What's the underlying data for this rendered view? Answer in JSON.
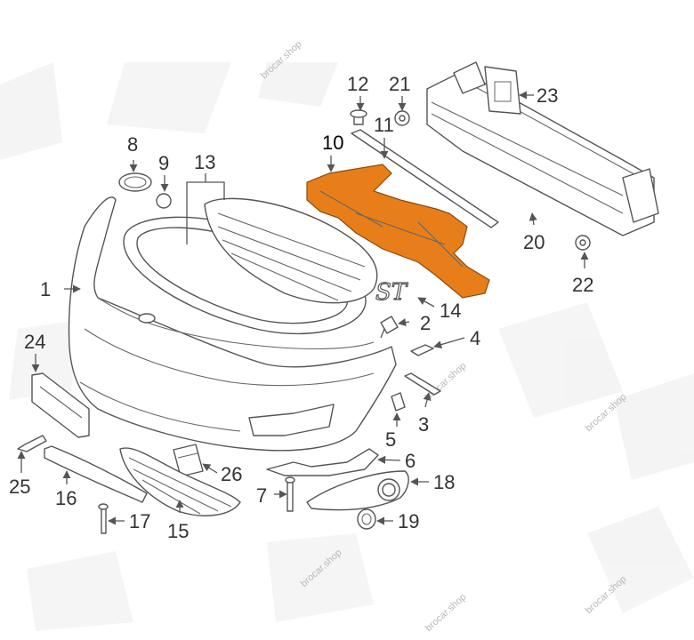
{
  "watermark": "brocar.shop",
  "highlight_color": "#e87e1a",
  "callouts": [
    {
      "id": "1",
      "text": "1"
    },
    {
      "id": "2",
      "text": "2"
    },
    {
      "id": "3",
      "text": "3"
    },
    {
      "id": "4",
      "text": "4"
    },
    {
      "id": "5",
      "text": "5"
    },
    {
      "id": "6",
      "text": "6"
    },
    {
      "id": "7",
      "text": "7"
    },
    {
      "id": "8",
      "text": "8"
    },
    {
      "id": "9",
      "text": "9"
    },
    {
      "id": "10",
      "text": "10"
    },
    {
      "id": "11",
      "text": "11"
    },
    {
      "id": "12",
      "text": "12"
    },
    {
      "id": "13",
      "text": "13"
    },
    {
      "id": "14",
      "text": "14"
    },
    {
      "id": "15",
      "text": "15"
    },
    {
      "id": "16",
      "text": "16"
    },
    {
      "id": "17",
      "text": "17"
    },
    {
      "id": "18",
      "text": "18"
    },
    {
      "id": "19",
      "text": "19"
    },
    {
      "id": "20",
      "text": "20"
    },
    {
      "id": "21",
      "text": "21"
    },
    {
      "id": "22",
      "text": "22"
    },
    {
      "id": "23",
      "text": "23"
    },
    {
      "id": "24",
      "text": "24"
    },
    {
      "id": "25",
      "text": "25"
    },
    {
      "id": "26",
      "text": "26"
    }
  ],
  "badge_text": "ST"
}
